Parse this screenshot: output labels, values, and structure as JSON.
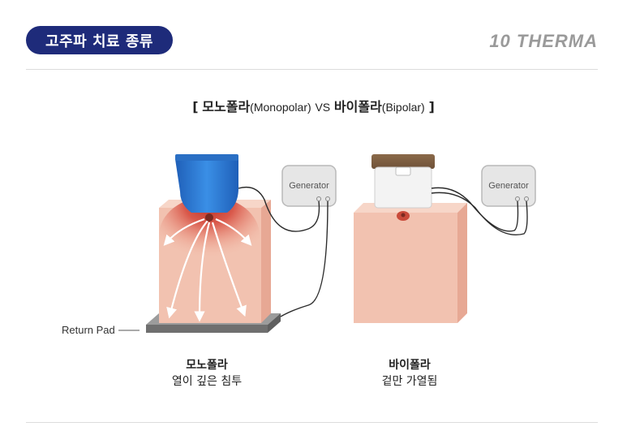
{
  "header": {
    "title": "고주파 치료 종류",
    "brand": "10 THERMA"
  },
  "subtitle": {
    "open_bracket": "[",
    "mono_ko": "모노폴라",
    "mono_en": "(Monopolar)",
    "vs": "VS",
    "bi_ko": "바이폴라",
    "bi_en": "(Bipolar)",
    "close_bracket": "]"
  },
  "monopolar": {
    "generator_label": "Generator",
    "return_pad_label": "Return Pad",
    "caption_title": "모노폴라",
    "caption_desc": "열이 깊은 침투"
  },
  "bipolar": {
    "generator_label": "Generator",
    "caption_title": "바이폴라",
    "caption_desc": "겉만 가열됨"
  },
  "colors": {
    "header_bg": "#1e2b7a",
    "handpiece_blue": "#2e7fd6",
    "skin_front": "#f2c2b0",
    "skin_side": "#e7a894",
    "skin_top": "#f7d6c8",
    "heat_red": "#d64a3a",
    "pad_gray": "#8a8a8a"
  }
}
